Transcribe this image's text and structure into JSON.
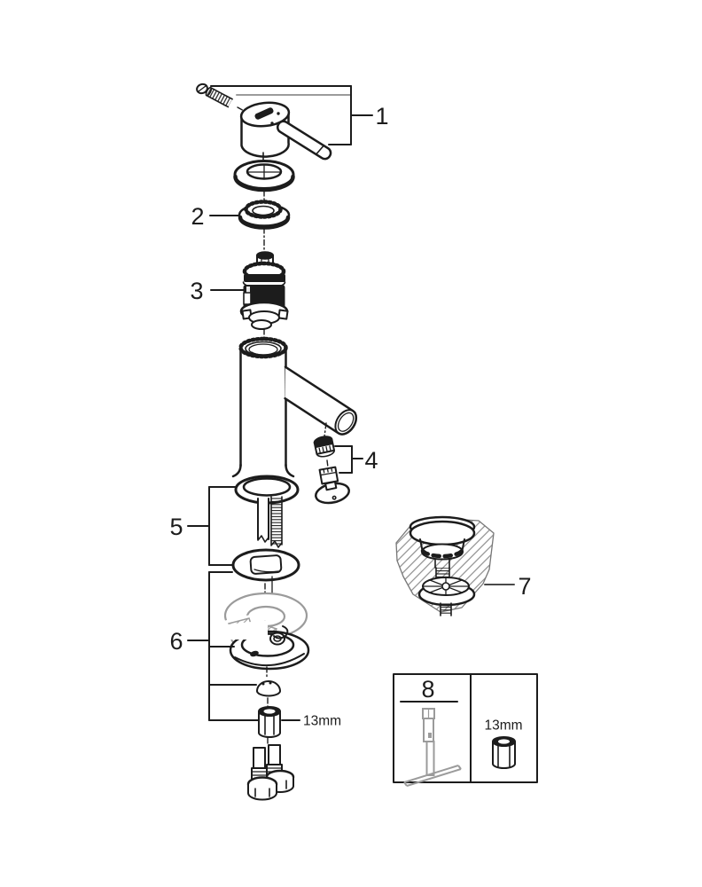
{
  "colors": {
    "line": "#1c1c1c",
    "gray": "#9b9b9b",
    "hatch": "#8d8d8d",
    "background": "#ffffff"
  },
  "callouts": {
    "part1": "1",
    "part2": "2",
    "part3": "3",
    "part4": "4",
    "part5": "5",
    "part6": "6",
    "part7": "7",
    "nut_size": "13mm"
  },
  "inset": {
    "number": "8",
    "socket_size": "13mm"
  }
}
